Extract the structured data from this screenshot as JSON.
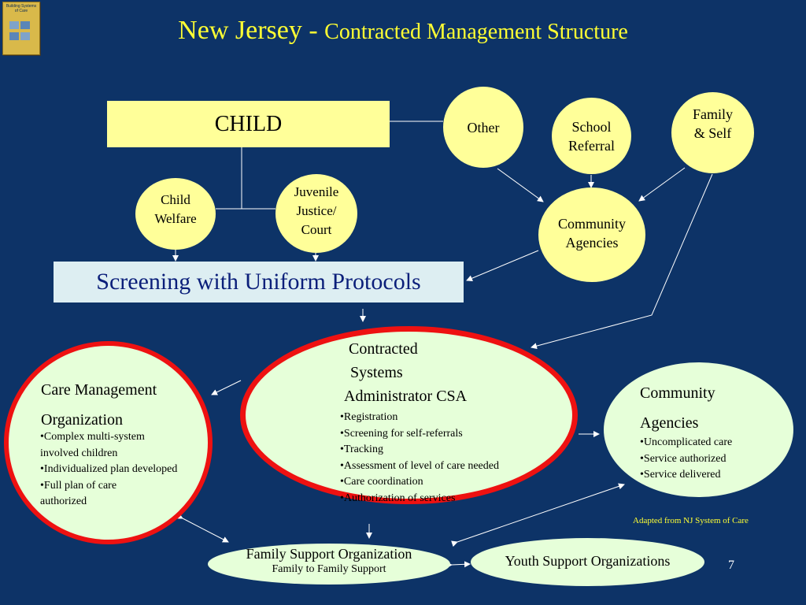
{
  "title": {
    "main": "New Jersey - ",
    "sub": "Contracted Management Structure"
  },
  "logo": {
    "text": "Building Systems of Care"
  },
  "nodes": {
    "child": "CHILD",
    "other": "Other",
    "school": [
      "School",
      "Referral"
    ],
    "family": [
      "Family",
      "& Self"
    ],
    "community_agencies": [
      "Community",
      "Agencies"
    ],
    "child_welfare": [
      "Child",
      "Welfare"
    ],
    "juvenile": [
      "Juvenile",
      "Justice/",
      "Court"
    ],
    "screening": "Screening with Uniform Protocols"
  },
  "cmo": {
    "heading": [
      "Care Management",
      "Organization"
    ],
    "items": [
      "•Complex multi-system",
      "involved children",
      "•Individualized plan developed",
      "•Full plan of care",
      "authorized"
    ]
  },
  "csa": {
    "heading": [
      "Contracted",
      "Systems",
      "Administrator CSA"
    ],
    "items": [
      "•Registration",
      "•Screening for self-referrals",
      "•Tracking",
      "•Assessment of level of care needed",
      "•Care coordination",
      "•Authorization of services"
    ]
  },
  "community": {
    "heading": [
      "Community",
      "Agencies"
    ],
    "items": [
      "•Uncomplicated care",
      "•Service authorized",
      "•Service delivered"
    ]
  },
  "fso": {
    "line1": "Family Support Organization",
    "line2": "Family to Family Support"
  },
  "yso": "Youth Support Organizations",
  "note": "Adapted from NJ System of Care",
  "page_number": "7",
  "colors": {
    "background": "#0d3367",
    "title": "#ffff33",
    "node_fill": "#ffff99",
    "screen_fill": "#ddeef2",
    "oval_fill": "#e6ffd9",
    "highlight_border": "#ee1111"
  }
}
